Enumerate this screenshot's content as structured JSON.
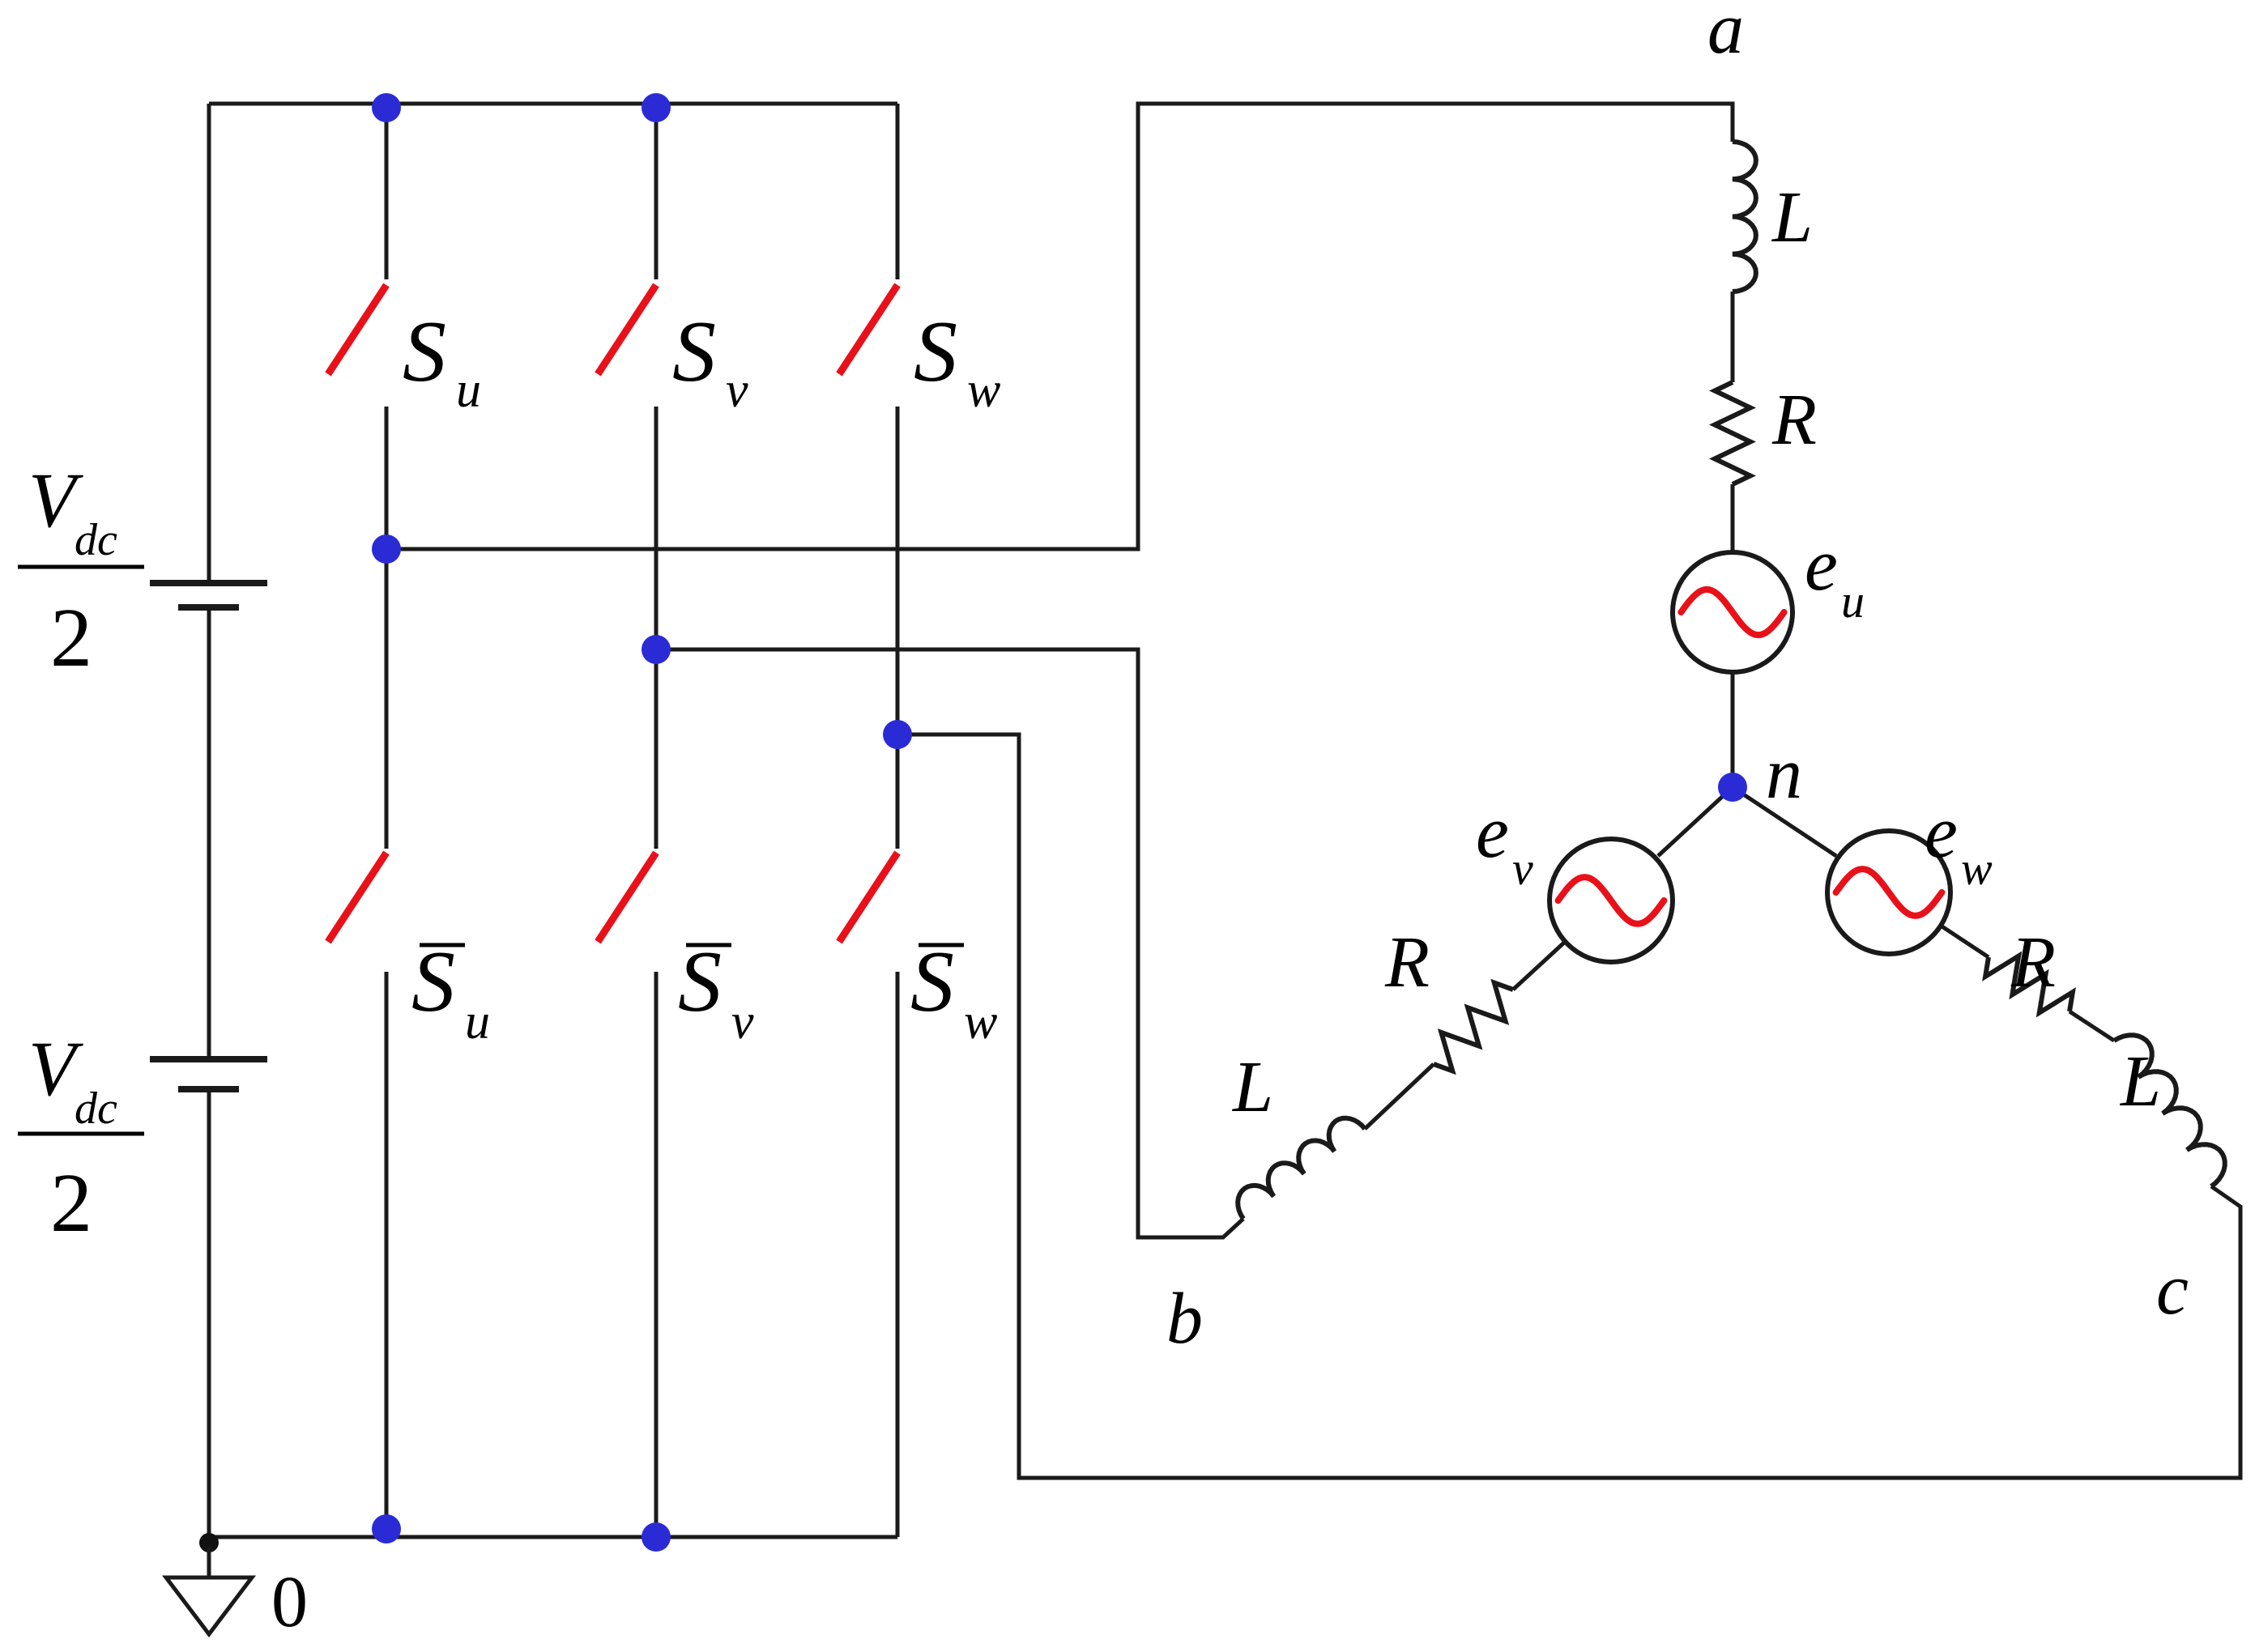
{
  "colors": {
    "wire": "#1a1a1a",
    "switch": "#e8111a",
    "node": "#2b2bd6",
    "sine": "#e8111a",
    "ground_node": "#111111"
  },
  "labels": {
    "node_a": "a",
    "node_b": "b",
    "node_c": "c",
    "node_n": "n",
    "ground": "0",
    "inductor": "L",
    "resistor": "R",
    "source_main": "e",
    "sub_u": "u",
    "sub_v": "v",
    "sub_w": "w",
    "switch_main": "S",
    "vdc_main": "V",
    "vdc_sub": "dc",
    "vdc_den": "2"
  }
}
